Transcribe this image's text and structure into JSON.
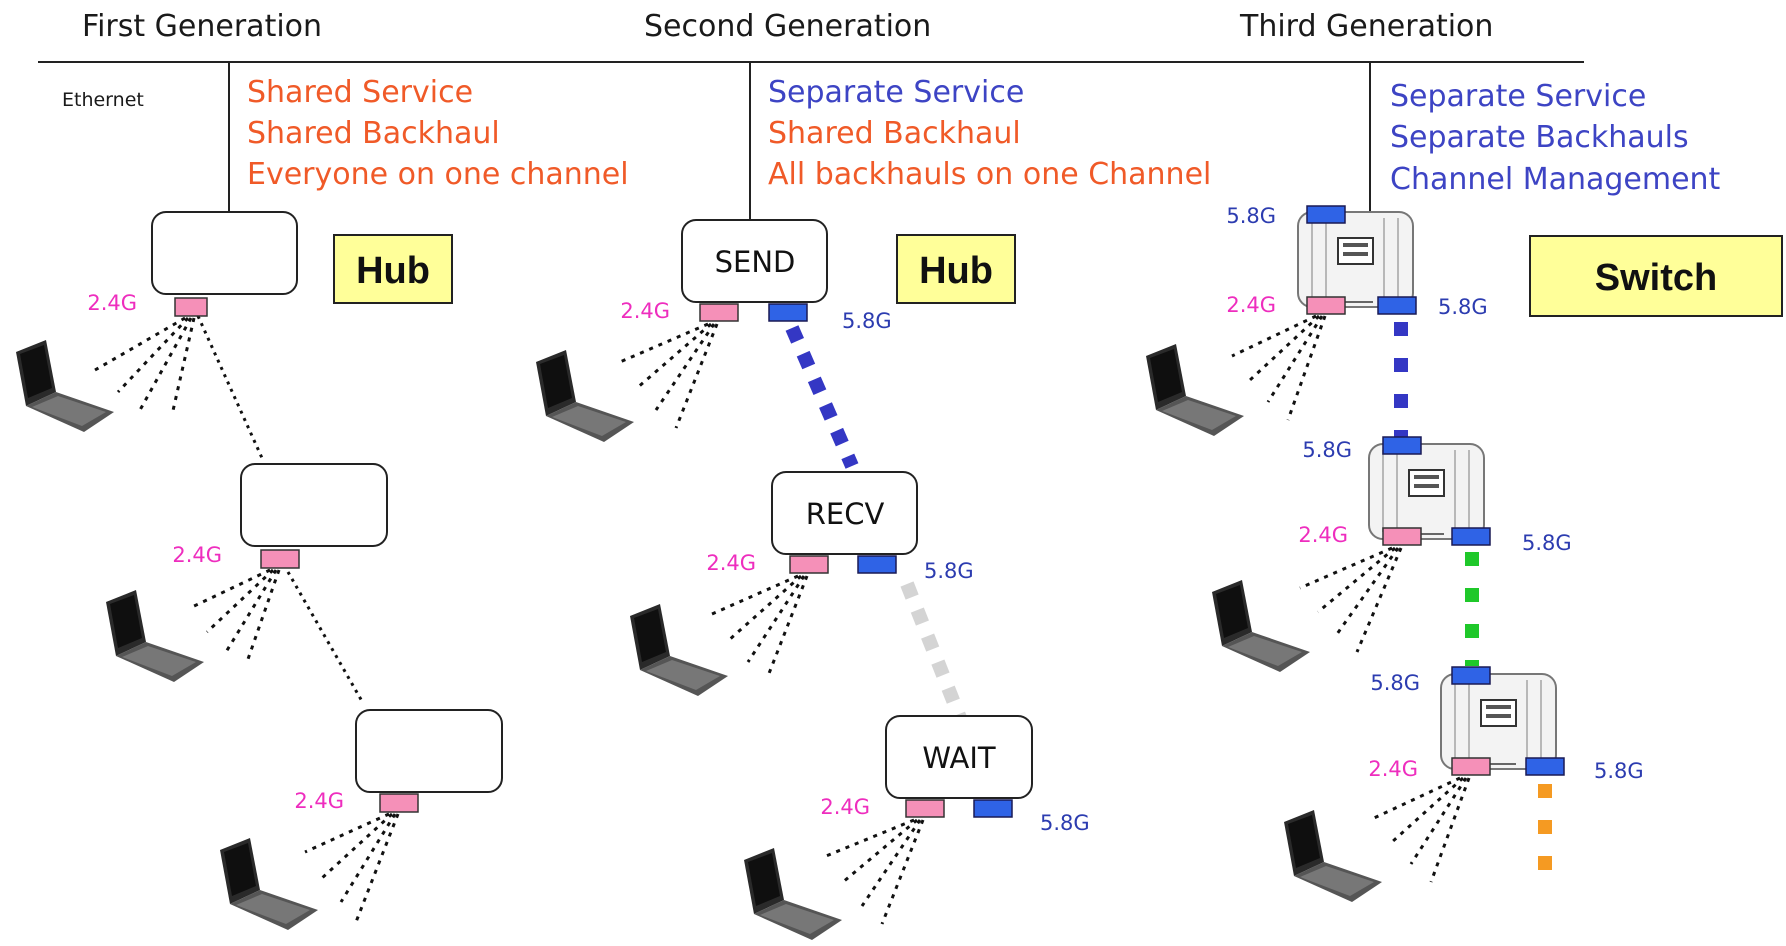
{
  "headings": {
    "first": "First Generation",
    "second": "Second Generation",
    "third": "Third Generation"
  },
  "ethernet_label": "Ethernet",
  "features": {
    "first": [
      "Shared Service",
      "Shared Backhaul",
      "Everyone on one channel"
    ],
    "second": [
      "Separate Service",
      "Shared Backhaul",
      "All backhauls on one Channel"
    ],
    "third": [
      "Separate Service",
      "Separate Backhauls",
      "Channel Management"
    ]
  },
  "tags": {
    "hub1": "Hub",
    "hub2": "Hub",
    "switch": "Switch"
  },
  "node_labels": {
    "send": "SEND",
    "recv": "RECV",
    "wait": "WAIT"
  },
  "freq": {
    "g24": "2.4G",
    "g58": "5.8G"
  },
  "colors": {
    "shared_text": "#f05a28",
    "separate_text": "#3d44c4",
    "radio_24": "#f590b8",
    "radio_58": "#2f63e6",
    "label_24": "#ee2dbe",
    "label_58": "#2c3cb0",
    "backhaul_blue": "#3437c4",
    "backhaul_gray": "#d4d4d4",
    "backhaul_green": "#1fc82a",
    "backhaul_orange": "#f59a22",
    "tag_fill": "#ffff99"
  }
}
